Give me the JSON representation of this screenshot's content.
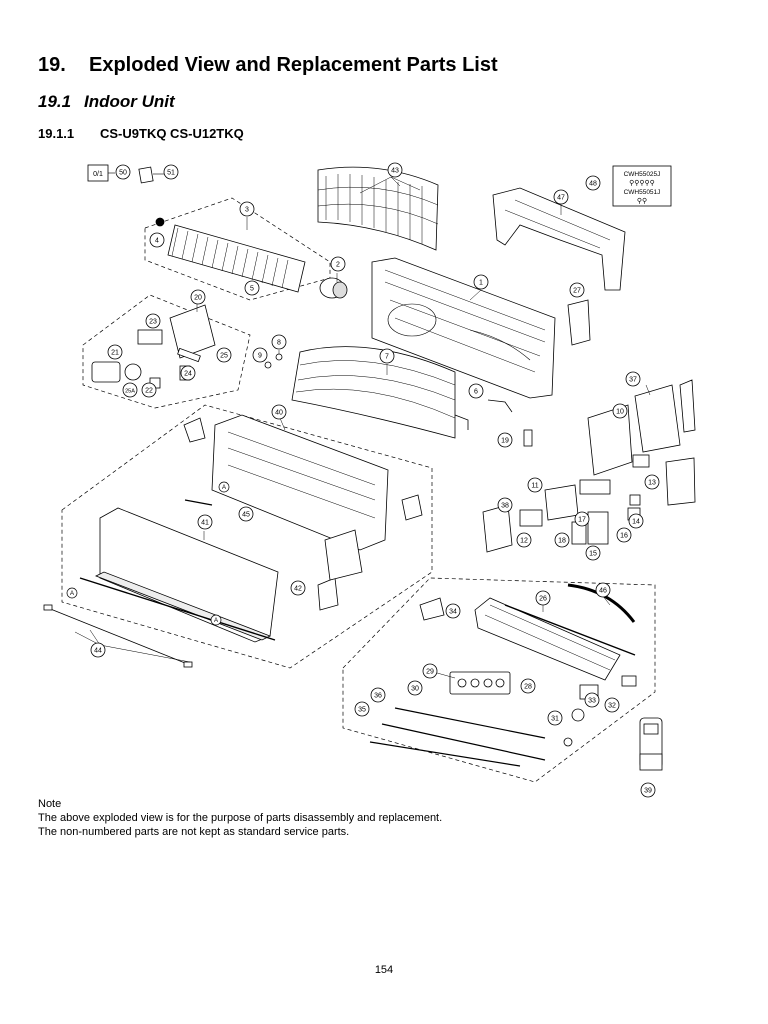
{
  "heading": {
    "number": "19.",
    "title": "Exploded View and Replacement Parts List"
  },
  "subheading": {
    "number": "19.1",
    "title": "Indoor Unit"
  },
  "model_heading": {
    "number": "19.1.1",
    "models": "CS-U9TKQ CS-U12TKQ"
  },
  "diagram": {
    "box_codes": [
      "CWH55025J",
      "CWH55051J"
    ],
    "box_50_label": "0/1",
    "marker_a": "A",
    "callouts": [
      "50",
      "51",
      "43",
      "48",
      "47",
      "3",
      "4",
      "2",
      "5",
      "1",
      "27",
      "20",
      "23",
      "21",
      "25",
      "24",
      "22",
      "25A",
      "8",
      "9",
      "7",
      "6",
      "37",
      "40",
      "10",
      "19",
      "13",
      "38",
      "11",
      "14",
      "12",
      "17",
      "18",
      "16",
      "15",
      "45",
      "41",
      "42",
      "34",
      "26",
      "46",
      "29",
      "28",
      "30",
      "36",
      "35",
      "33",
      "32",
      "31",
      "39",
      "44"
    ]
  },
  "note": {
    "title": "Note",
    "lines": [
      "The above exploded view is for the purpose of parts disassembly and replacement.",
      "The non-numbered parts are not kept as standard service parts."
    ]
  },
  "page_number": "154"
}
